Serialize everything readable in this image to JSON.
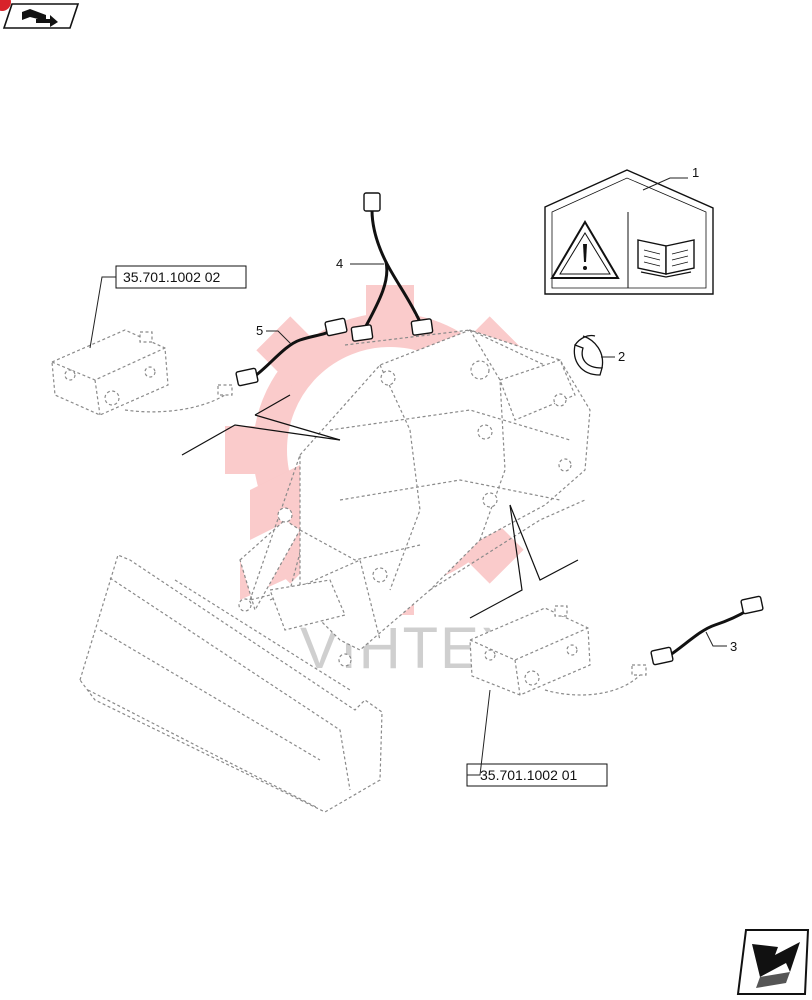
{
  "reference_boxes": [
    {
      "id": "ref-top",
      "text": "35.701.1002 02"
    },
    {
      "id": "ref-bottom",
      "text": "35.701.1002 01"
    }
  ],
  "callouts": [
    {
      "id": "1",
      "text": "1"
    },
    {
      "id": "2",
      "text": "2"
    },
    {
      "id": "3",
      "text": "3"
    },
    {
      "id": "4",
      "text": "4"
    },
    {
      "id": "5",
      "text": "5"
    }
  ],
  "watermark": {
    "text": "VIHTEX",
    "color": "#f7a1a1"
  },
  "icons": {
    "top_left": "book-arrow-icon",
    "bottom_right": "next-page-arrow-icon",
    "warning_label": "warning-triangle-icon",
    "manual": "open-book-icon"
  },
  "colors": {
    "line": "#111111",
    "dashed": "#8a8a8a",
    "watermark": "#f7a1a1"
  }
}
